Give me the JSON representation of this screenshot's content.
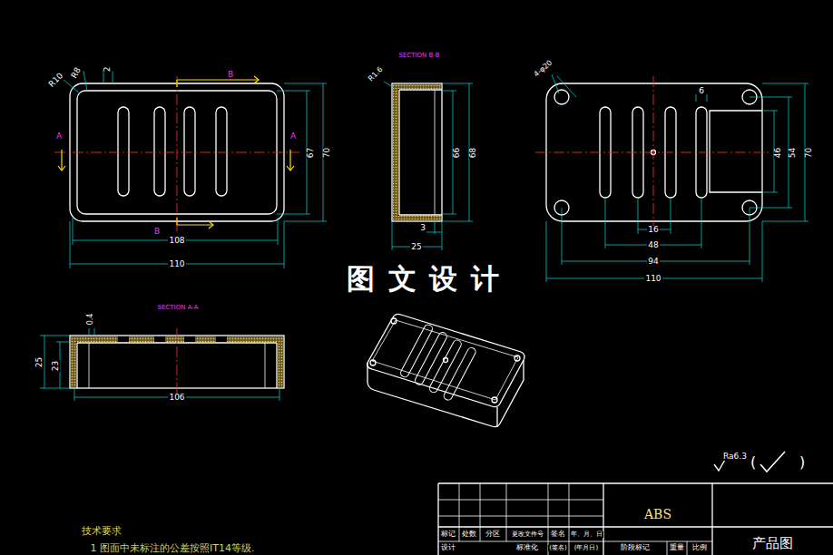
{
  "diagram": {
    "labels": [
      "R10",
      "R8",
      "2",
      "B",
      "A",
      "A",
      "67",
      "70",
      "B",
      "108",
      "110",
      "SECTION B-B",
      "R1.6",
      "66",
      "68",
      "3",
      "25",
      "4-φ20",
      "6",
      "46",
      "54",
      "70",
      "16",
      "48",
      "94",
      "110",
      "图 文 设 计",
      "SECTION A-A",
      "0.4",
      "25",
      "23",
      "106",
      "Ra6.3",
      "(",
      ")",
      "技术要求",
      "1  图面中未标注的公差按照IT14等级.",
      "ABS",
      "产品图",
      "标记",
      "处数",
      "分区",
      "更改文件号",
      "签名",
      "年、月、日",
      "设计",
      "标准化",
      "(签名)",
      "(年月日)",
      "阶段标记",
      "重量",
      "比例"
    ]
  }
}
